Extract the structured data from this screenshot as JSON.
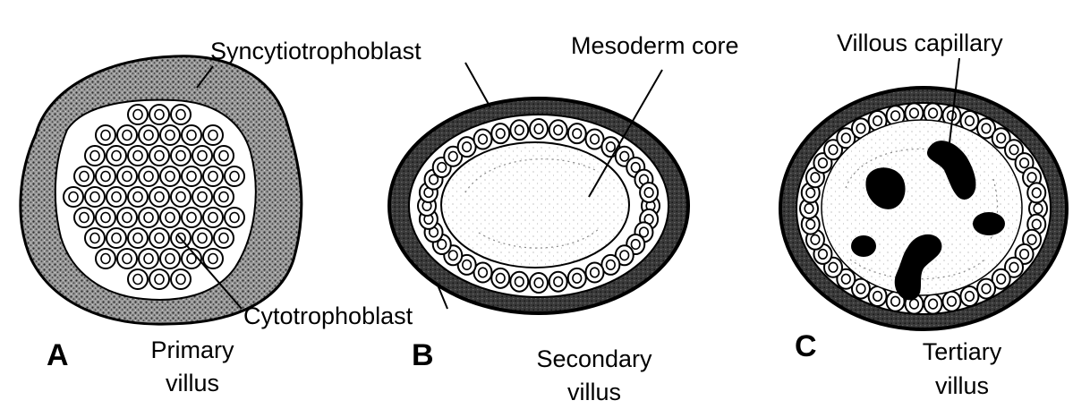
{
  "labels": {
    "syncytiotrophoblast": "Syncytiotrophoblast",
    "mesoderm_core": "Mesoderm core",
    "villous_capillary": "Villous capillary",
    "cytotrophoblast": "Cytotrophoblast"
  },
  "panels": [
    {
      "letter": "A",
      "caption_line1": "Primary",
      "caption_line2": "villus"
    },
    {
      "letter": "B",
      "caption_line1": "Secondary",
      "caption_line2": "villus"
    },
    {
      "letter": "C",
      "caption_line1": "Tertiary",
      "caption_line2": "villus"
    }
  ],
  "colors": {
    "ink": "#000000",
    "stipple": "#8a8a8a",
    "cell_fill": "#ffffff",
    "background": "#ffffff"
  }
}
